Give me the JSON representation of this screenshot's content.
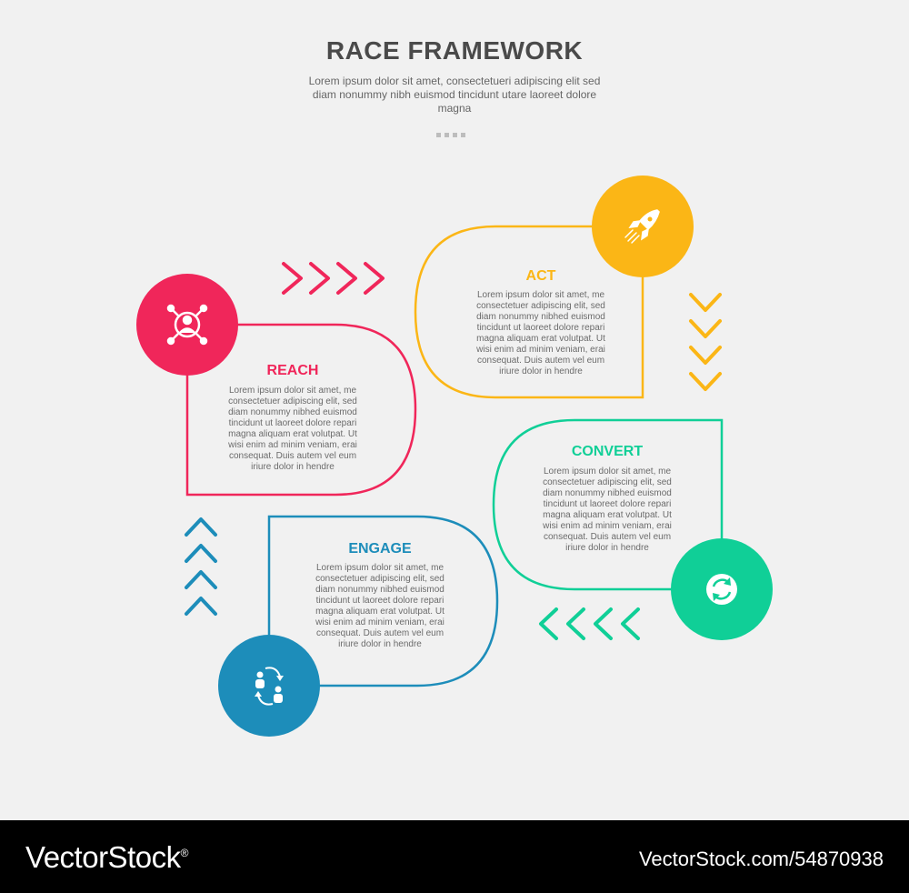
{
  "header": {
    "title": "RACE FRAMEWORK",
    "subtitle": "Lorem ipsum dolor sit amet, consectetueri adipiscing elit sed diam nonummy nibh euismod tincidunt utare laoreet dolore magna"
  },
  "steps": [
    {
      "title": "REACH",
      "icon": "target-person-icon",
      "color": "#f0265a",
      "text": "Lorem ipsum dolor sit amet, me consectetuer adipiscing elit, sed diam nonummy nibhed euismod tincidunt ut laoreet dolore repari magna aliquam erat volutpat. Ut wisi enim ad minim veniam, erai consequat. Duis autem vel eum iriure dolor in hendre"
    },
    {
      "title": "ACT",
      "icon": "rocket-icon",
      "color": "#fbb616",
      "text": "Lorem ipsum dolor sit amet, me consectetuer adipiscing elit, sed diam nonummy nibhed euismod tincidunt ut laoreet dolore repari magna aliquam erat volutpat. Ut wisi enim ad minim veniam, erai consequat. Duis autem vel eum iriure dolor in hendre"
    },
    {
      "title": "CONVERT",
      "icon": "refresh-cycle-icon",
      "color": "#10cf97",
      "text": "Lorem ipsum dolor sit amet, me consectetuer adipiscing elit, sed diam nonummy nibhed euismod tincidunt ut laoreet dolore repari magna aliquam erat volutpat. Ut wisi enim ad minim veniam, erai consequat. Duis autem vel eum iriure dolor in hendre"
    },
    {
      "title": "ENGAGE",
      "icon": "people-exchange-icon",
      "color": "#1d8dba",
      "text": "Lorem ipsum dolor sit amet, me consectetuer adipiscing elit, sed diam nonummy nibhed euismod tincidunt ut laoreet dolore repari magna aliquam erat volutpat. Ut wisi enim ad minim veniam, erai consequat. Duis autem vel eum iriure dolor in hendre"
    }
  ],
  "footer": {
    "brand": "VectorStock",
    "brand_mark": "®",
    "image_id": "VectorStock.com/54870938"
  }
}
